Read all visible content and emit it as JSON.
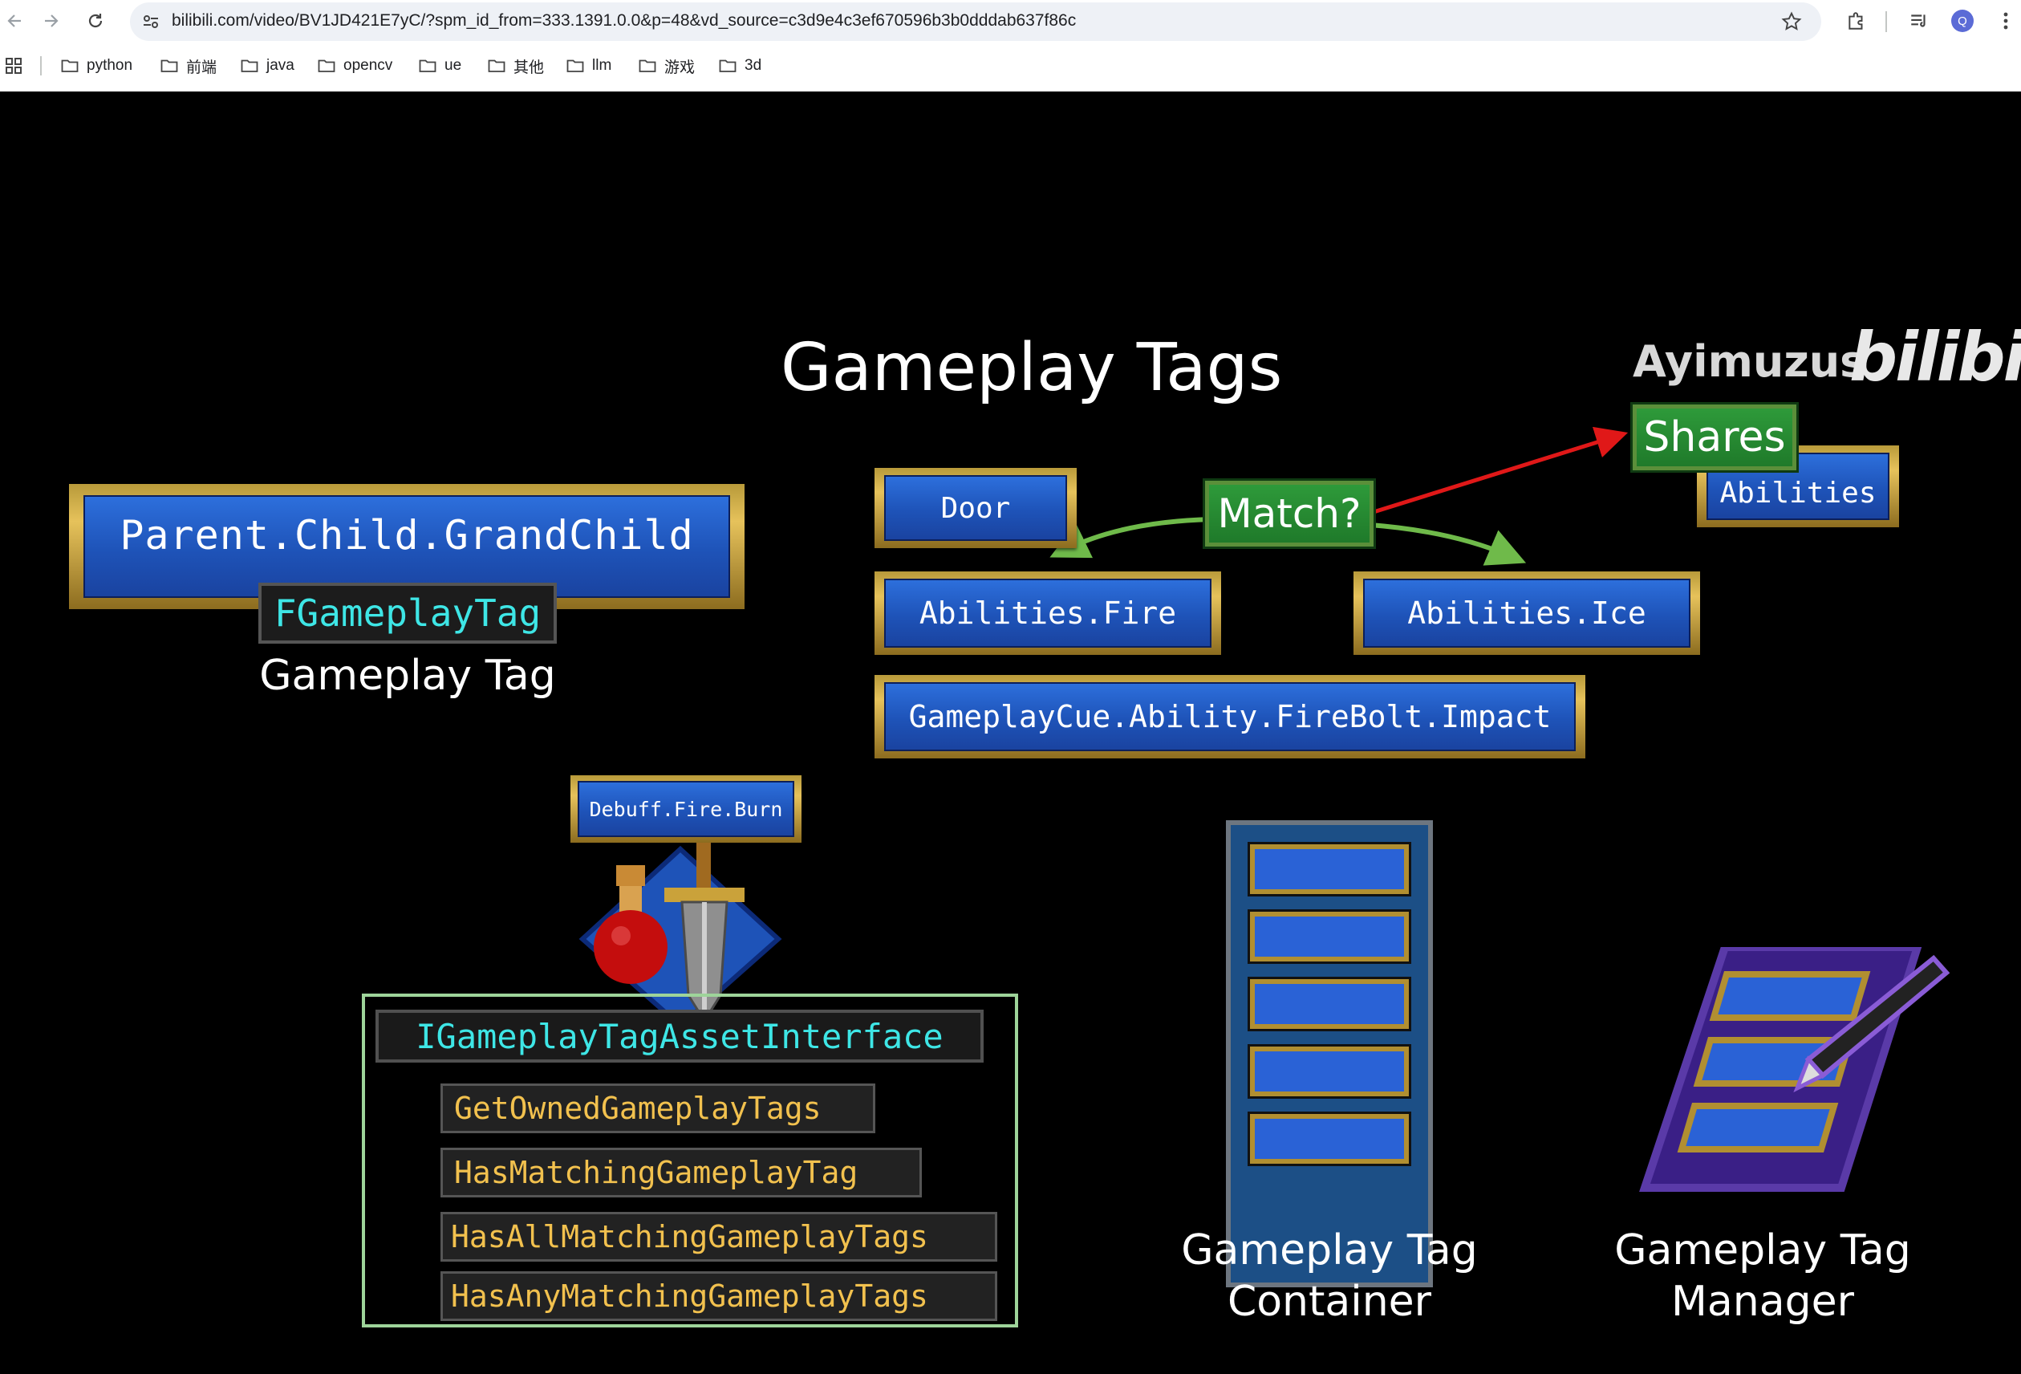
{
  "browser": {
    "url": "bilibili.com/video/BV1JD421E7yC/?spm_id_from=333.1391.0.0&p=48&vd_source=c3d9e4c3ef670596b3b0dddab637f86c",
    "bookmarks": [
      "python",
      "前端",
      "java",
      "opencv",
      "ue",
      "其他",
      "llm",
      "游戏",
      "3d"
    ],
    "profile_initial": "Q"
  },
  "slide": {
    "title": "Gameplay Tags",
    "watermark_user": "Ayimuzus",
    "watermark_logo": "bilibili",
    "tag_example": "Parent.Child.GrandChild",
    "tag_type": "FGameplayTag",
    "tag_caption": "Gameplay Tag",
    "door": "Door",
    "match": "Match?",
    "shares": "Shares",
    "abilities": "Abilities",
    "abilities_fire": "Abilities.Fire",
    "abilities_ice": "Abilities.Ice",
    "cue": "GameplayCue.Ability.FireBolt.Impact",
    "debuff": "Debuff.Fire.Burn",
    "interface_name": "IGameplayTagAssetInterface",
    "interface_methods": [
      "GetOwnedGameplayTags",
      "HasMatchingGameplayTag",
      "HasAllMatchingGameplayTags",
      "HasAnyMatchingGameplayTags"
    ],
    "container_caption_1": "Gameplay Tag",
    "container_caption_2": "Container",
    "manager_caption_1": "Gameplay Tag",
    "manager_caption_2": "Manager"
  },
  "colors": {
    "gold": "#e6c25b",
    "blue": "#1e53b8",
    "green": "#1f7a2a",
    "cyan_text": "#3ee6e6",
    "method_text": "#f2c14e",
    "interface_border": "#9ed49a",
    "arrow_red": "#e01818",
    "arrow_green": "#6fba4a"
  }
}
